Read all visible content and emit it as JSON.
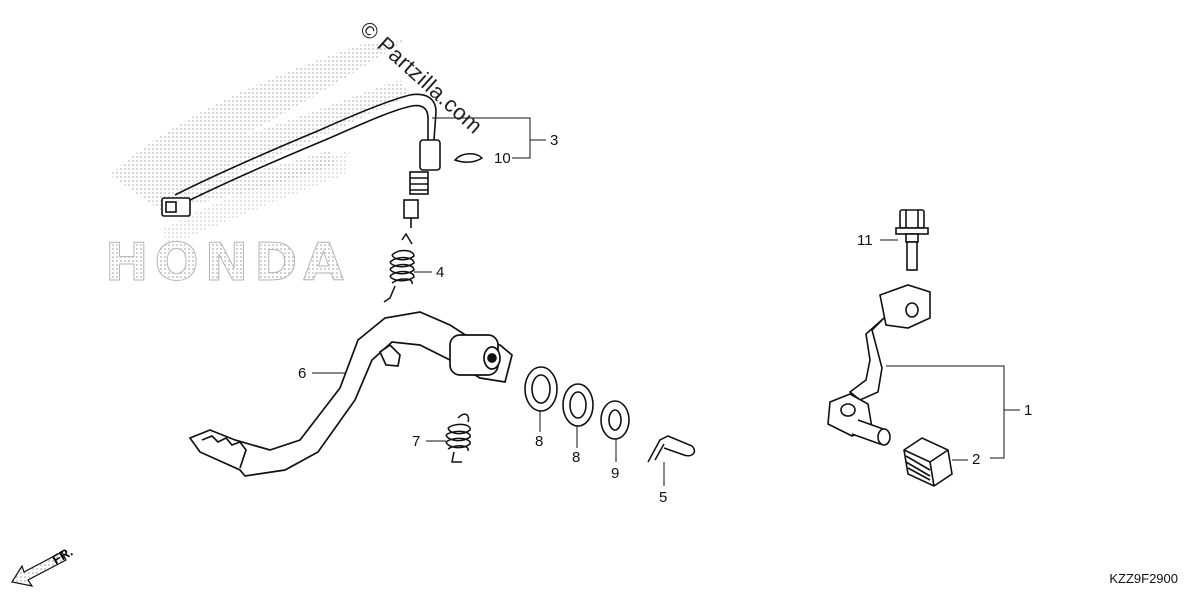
{
  "watermark": {
    "copyright": "© Partzilla.com",
    "brand_logo": "HONDA"
  },
  "diagram_code": "KZZ9F2900",
  "direction_label": "FR.",
  "callouts": [
    {
      "id": "c1",
      "label": "1"
    },
    {
      "id": "c2",
      "label": "2"
    },
    {
      "id": "c3",
      "label": "3"
    },
    {
      "id": "c4",
      "label": "4"
    },
    {
      "id": "c5",
      "label": "5"
    },
    {
      "id": "c6",
      "label": "6"
    },
    {
      "id": "c7",
      "label": "7"
    },
    {
      "id": "c8a",
      "label": "8"
    },
    {
      "id": "c8b",
      "label": "8"
    },
    {
      "id": "c9",
      "label": "9"
    },
    {
      "id": "c10",
      "label": "10"
    },
    {
      "id": "c11",
      "label": "11"
    }
  ]
}
